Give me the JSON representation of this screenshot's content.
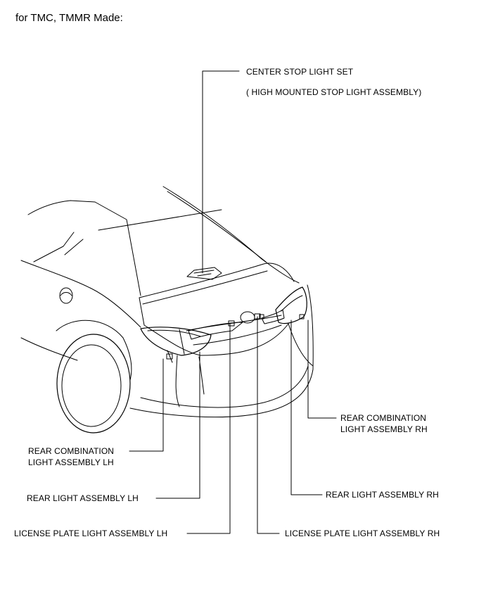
{
  "header": "for TMC, TMMR Made:",
  "callouts": {
    "center_stop_light": "CENTER STOP LIGHT SET",
    "high_mounted": "( HIGH MOUNTED STOP LIGHT ASSEMBLY)",
    "rear_combo_rh_1": "REAR COMBINATION",
    "rear_combo_rh_2": "LIGHT ASSEMBLY RH",
    "rear_combo_lh_1": "REAR COMBINATION",
    "rear_combo_lh_2": "LIGHT ASSEMBLY LH",
    "rear_light_lh": "REAR LIGHT ASSEMBLY LH",
    "rear_light_rh": "REAR LIGHT ASSEMBLY RH",
    "license_lh": "LICENSE PLATE LIGHT ASSEMBLY LH",
    "license_rh": "LICENSE PLATE LIGHT ASSEMBLY RH"
  }
}
